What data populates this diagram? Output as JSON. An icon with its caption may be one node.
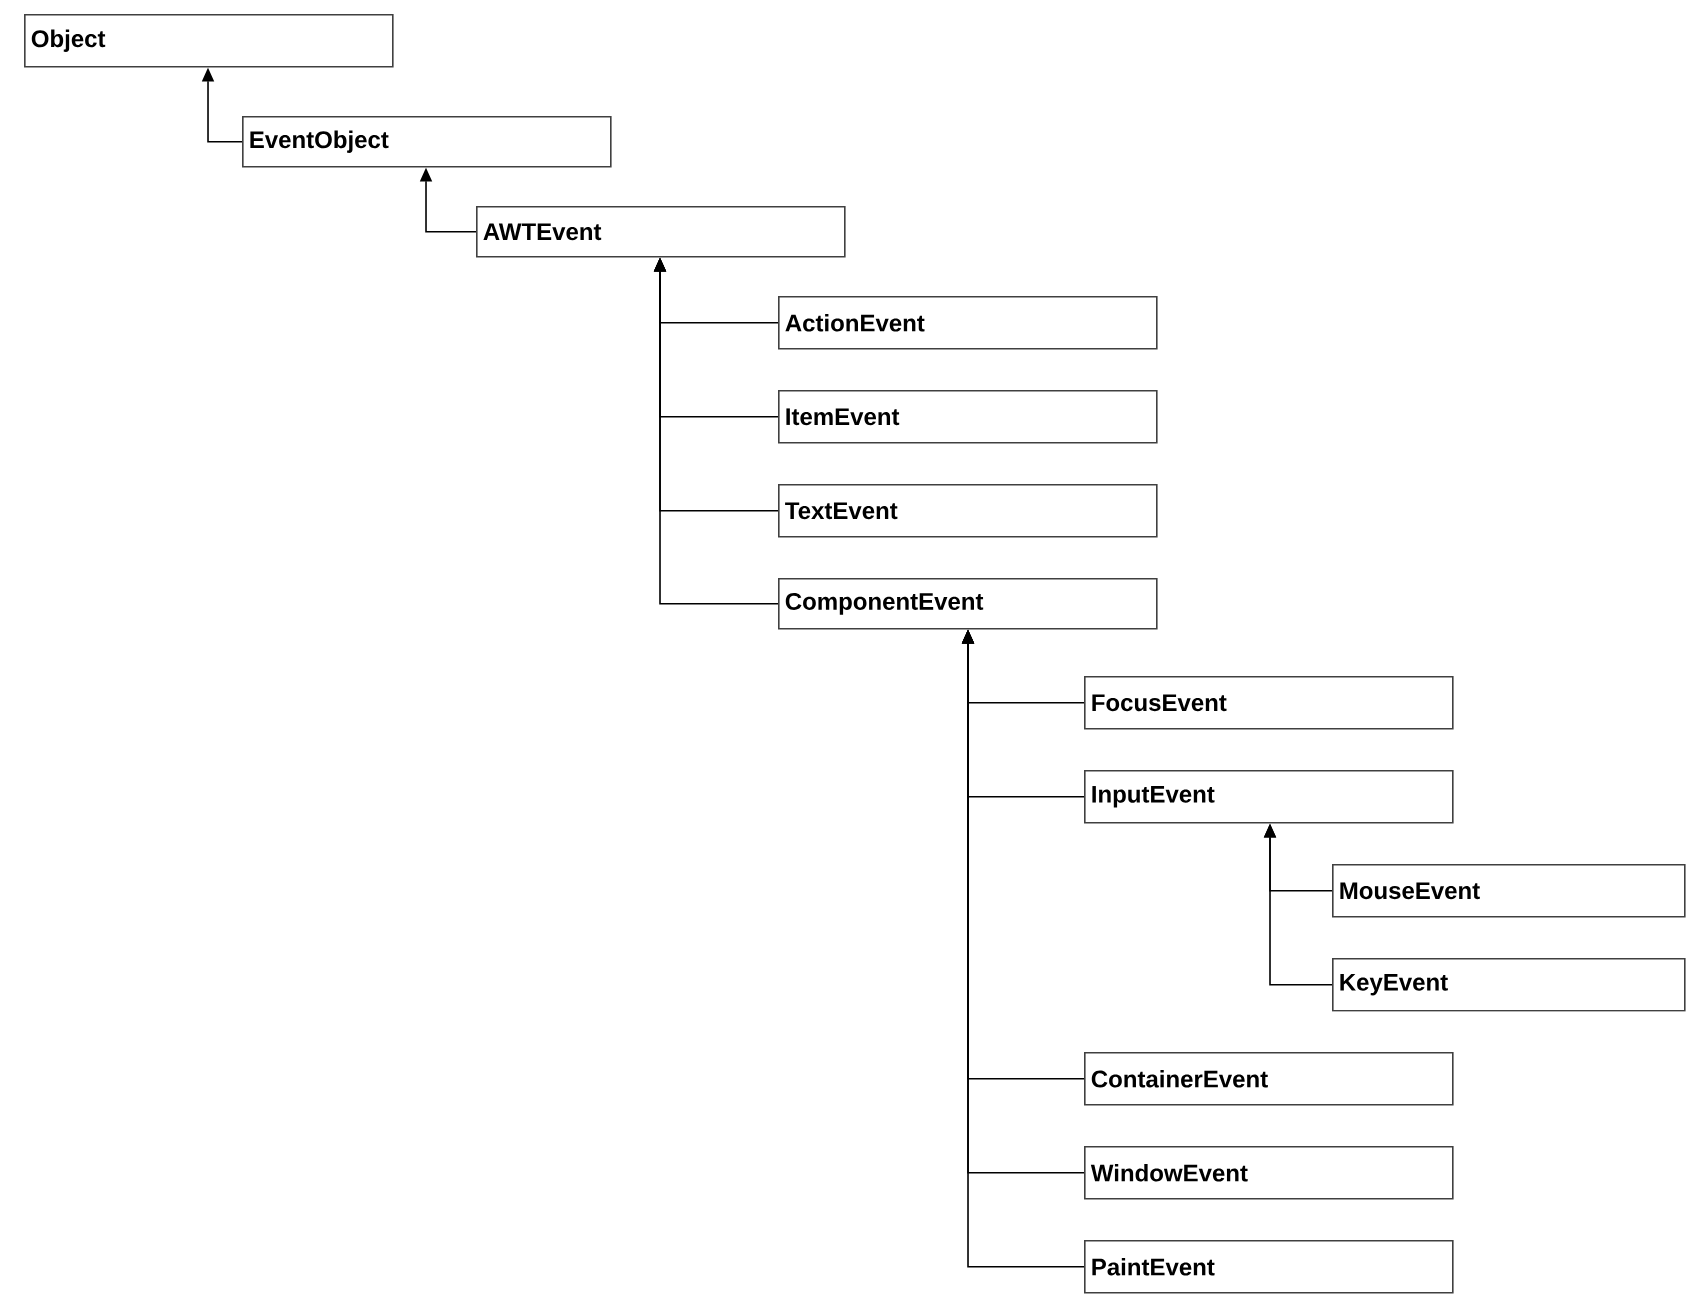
{
  "diagram": {
    "nodes": [
      {
        "text": [
          "Object"
        ]
      },
      {
        "text": [
          "EventObject"
        ]
      },
      {
        "text": [
          "AWTEvent"
        ]
      },
      {
        "text": [
          "ActionEvent"
        ]
      },
      {
        "text": [
          "ItemEvent"
        ]
      },
      {
        "text": [
          "TextEvent"
        ]
      },
      {
        "text": [
          "ComponentEvent"
        ]
      },
      {
        "text": [
          "FocusEvent"
        ]
      },
      {
        "text": [
          "InputEvent"
        ]
      },
      {
        "text": [
          "MouseEvent"
        ]
      },
      {
        "text": [
          "KeyEvent"
        ]
      },
      {
        "text": [
          "ContainerEvent"
        ]
      },
      {
        "text": [
          "WindowEvent"
        ]
      },
      {
        "text": [
          "PaintEvent"
        ]
      }
    ],
    "edges": [
      {
        "from": 1,
        "to": 0,
        "arrow": "to"
      },
      {
        "from": 2,
        "to": 1,
        "arrow": "to"
      },
      {
        "from": 3,
        "to": 2,
        "arrow": "to"
      },
      {
        "from": 4,
        "to": 2,
        "arrow": "to"
      },
      {
        "from": 5,
        "to": 2,
        "arrow": "to"
      },
      {
        "from": 6,
        "to": 2,
        "arrow": "to"
      },
      {
        "from": 7,
        "to": 6,
        "arrow": "to"
      },
      {
        "from": 8,
        "to": 6,
        "arrow": "to"
      },
      {
        "from": 9,
        "to": 8,
        "arrow": "to"
      },
      {
        "from": 10,
        "to": 8,
        "arrow": "to"
      },
      {
        "from": 11,
        "to": 6,
        "arrow": "to"
      },
      {
        "from": 12,
        "to": 6,
        "arrow": "to"
      },
      {
        "from": 13,
        "to": 6,
        "arrow": "to"
      }
    ]
  }
}
